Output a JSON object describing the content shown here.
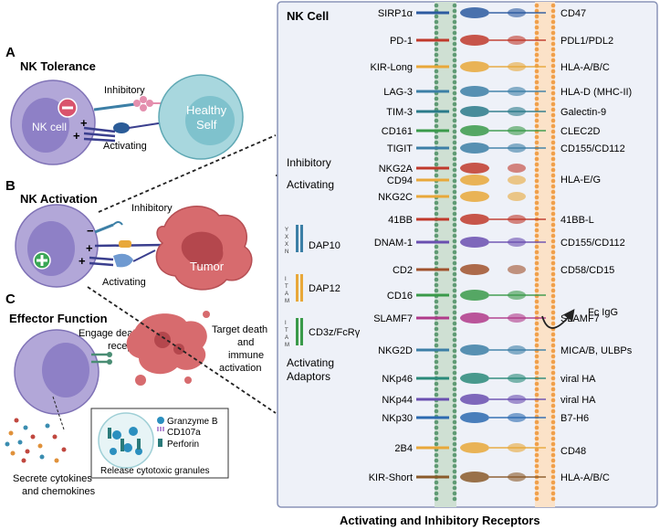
{
  "left": {
    "sectionA": {
      "letter": "A",
      "title": "NK Tolerance",
      "inhibitory": "Inhibitory",
      "activating": "Activating",
      "cell": "NK cell",
      "healthy_line1": "Healthy",
      "healthy_line2": "Self",
      "minus": "−",
      "plus": "+"
    },
    "sectionB": {
      "letter": "B",
      "title": "NK Activation",
      "inhibitory": "Inhibitory",
      "activating": "Activating",
      "tumor": "Tumor",
      "plus": "+"
    },
    "sectionC": {
      "letter": "C",
      "title": "Effector Function",
      "engage_line1": "Engage death",
      "engage_line2": "receptors",
      "target_line1": "Target death",
      "target_line2": "and",
      "target_line3": "immune",
      "target_line4": "activation",
      "secrete_line1": "Secrete cytokines",
      "secrete_line2": "and chemokines",
      "legend": [
        "Granzyme B",
        "CD107a",
        "Perforin"
      ],
      "release": "Release cytotoxic granules"
    }
  },
  "panel": {
    "title": "NK Cell",
    "inhibitory_label": "Inhibitory",
    "activating_label": "Activating",
    "adaptors_line1": "Activating",
    "adaptors_line2": "Adaptors",
    "adaptors": [
      {
        "name": "DAP10",
        "motif": [
          "Y",
          "X",
          "X",
          "N"
        ]
      },
      {
        "name": "DAP12",
        "motif": [
          "I",
          "T",
          "A",
          "M"
        ]
      },
      {
        "name": "CD3z/FcRγ",
        "motif": [
          "I",
          "T",
          "A",
          "M"
        ]
      }
    ],
    "left_labels": [
      "SIRP1α",
      "PD-1",
      "KIR-Long",
      "LAG-3",
      "TIM-3",
      "CD161",
      "TIGIT",
      "NKG2A",
      "CD94",
      "NKG2C",
      "41BB",
      "DNAM-1",
      "CD2",
      "CD16",
      "SLAMF7",
      "NKG2D",
      "NKp46",
      "NKp44",
      "NKp30",
      "2B4",
      "KIR-Short"
    ],
    "right_labels": [
      "CD47",
      "PDL1/PDL2",
      "HLA-A/B/C",
      "HLA-D (MHC-II)",
      "Galectin-9",
      "CLEC2D",
      "CD155/CD112",
      "HLA-E/G",
      "41BB-L",
      "CD155/CD112",
      "CD58/CD15",
      "SLAMF7",
      "MICA/B, ULBPs",
      "viral HA",
      "viral HA",
      "B7-H6",
      "CD48",
      "HLA-A/B/C"
    ],
    "fc_label": "Fc IgG"
  },
  "caption": "Activating and Inhibitory Receptors",
  "colors": {
    "panel_bg": "#eef1f8",
    "panel_border": "#8a94b8",
    "nk_cell": "#b2a7d8",
    "nucleus": "#8e80c6",
    "healthy": "#a8d7de",
    "tumor": "#d76b6e",
    "membrane_green": "#5f9a74",
    "membrane_orange": "#f0a04b"
  }
}
